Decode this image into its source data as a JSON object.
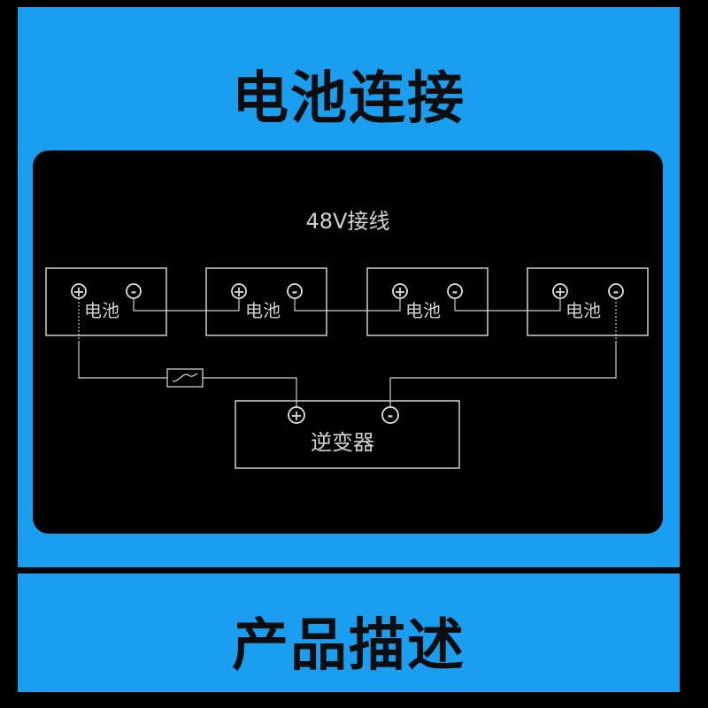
{
  "sections": {
    "top_title": "电池连接",
    "bottom_title": "产品描述"
  },
  "diagram": {
    "subtitle": "48V接线",
    "battery_label": "电池",
    "inverter_label": "逆变器",
    "plus_symbol": "+",
    "minus_symbol": "-",
    "colors": {
      "section_bg": "#1a9ff0",
      "panel_bg": "#000000",
      "line": "#cfcfcf",
      "heading_text": "#0d0d0d"
    }
  }
}
